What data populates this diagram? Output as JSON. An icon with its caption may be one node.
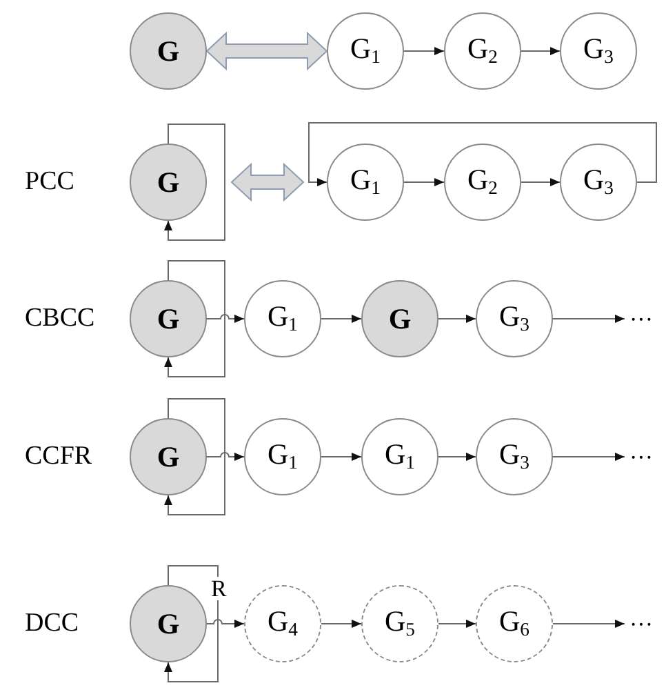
{
  "diagram": {
    "nodes": [
      {
        "text": [
          "G"
        ]
      },
      {
        "text": [
          "G$_{1}$"
        ]
      },
      {
        "text": [
          "G$_{2}$"
        ]
      },
      {
        "text": [
          "G$_{3}$"
        ]
      },
      {
        "text": [
          "G"
        ],
        "beside": [
          "PCC"
        ]
      },
      {
        "text": [
          "G$_{1}$"
        ]
      },
      {
        "text": [
          "G$_{2}$"
        ]
      },
      {
        "text": [
          "G$_{3}$"
        ]
      },
      {
        "text": [
          "G"
        ],
        "beside": [
          "CBCC"
        ]
      },
      {
        "text": [
          "G$_{1}$"
        ]
      },
      {
        "text": [
          "G"
        ]
      },
      {
        "text": [
          "G$_{3}$"
        ]
      },
      {
        "text": [
          "···"
        ]
      },
      {
        "text": [
          "G"
        ],
        "beside": [
          "CCFR"
        ]
      },
      {
        "text": [
          "G$_{1}$"
        ]
      },
      {
        "text": [
          "G$_{1}$"
        ]
      },
      {
        "text": [
          "G$_{3}$"
        ]
      },
      {
        "text": [
          "···"
        ]
      },
      {
        "text": [
          "G"
        ],
        "beside": [
          "DCC"
        ]
      },
      {
        "text": [
          "G$_{4}$"
        ]
      },
      {
        "text": [
          "G$_{5}$"
        ]
      },
      {
        "text": [
          "G$_{6}$"
        ]
      },
      {
        "text": [
          "···"
        ]
      }
    ],
    "edges": [
      {
        "from": 0,
        "to": 1,
        "arrow": "both",
        "style": "thick"
      },
      {
        "from": 1,
        "to": 2,
        "arrow": "to"
      },
      {
        "from": 2,
        "to": 3,
        "arrow": "to"
      },
      {
        "from": 4,
        "to": 4,
        "arrow": "to"
      },
      {
        "from": 4,
        "to": 5,
        "arrow": "both",
        "style": "thick"
      },
      {
        "from": 7,
        "to": 5,
        "arrow": "to"
      },
      {
        "from": 5,
        "to": 6,
        "arrow": "to"
      },
      {
        "from": 6,
        "to": 7,
        "arrow": "to"
      },
      {
        "from": 8,
        "to": 8,
        "arrow": "to"
      },
      {
        "from": 8,
        "to": 9,
        "arrow": "to"
      },
      {
        "from": 9,
        "to": 10,
        "arrow": "to"
      },
      {
        "from": 10,
        "to": 11,
        "arrow": "to"
      },
      {
        "from": 11,
        "to": 12,
        "arrow": "to"
      },
      {
        "from": 13,
        "to": 13,
        "arrow": "to"
      },
      {
        "from": 13,
        "to": 14,
        "arrow": "to"
      },
      {
        "from": 14,
        "to": 15,
        "arrow": "to"
      },
      {
        "from": 15,
        "to": 16,
        "arrow": "to"
      },
      {
        "from": 16,
        "to": 17,
        "arrow": "to"
      },
      {
        "from": 18,
        "to": 18,
        "arrow": "to",
        "label": "R"
      },
      {
        "from": 18,
        "to": 19,
        "arrow": "to"
      },
      {
        "from": 19,
        "to": 20,
        "arrow": "to"
      },
      {
        "from": 20,
        "to": 21,
        "arrow": "to"
      },
      {
        "from": 21,
        "to": 22,
        "arrow": "to"
      }
    ]
  }
}
